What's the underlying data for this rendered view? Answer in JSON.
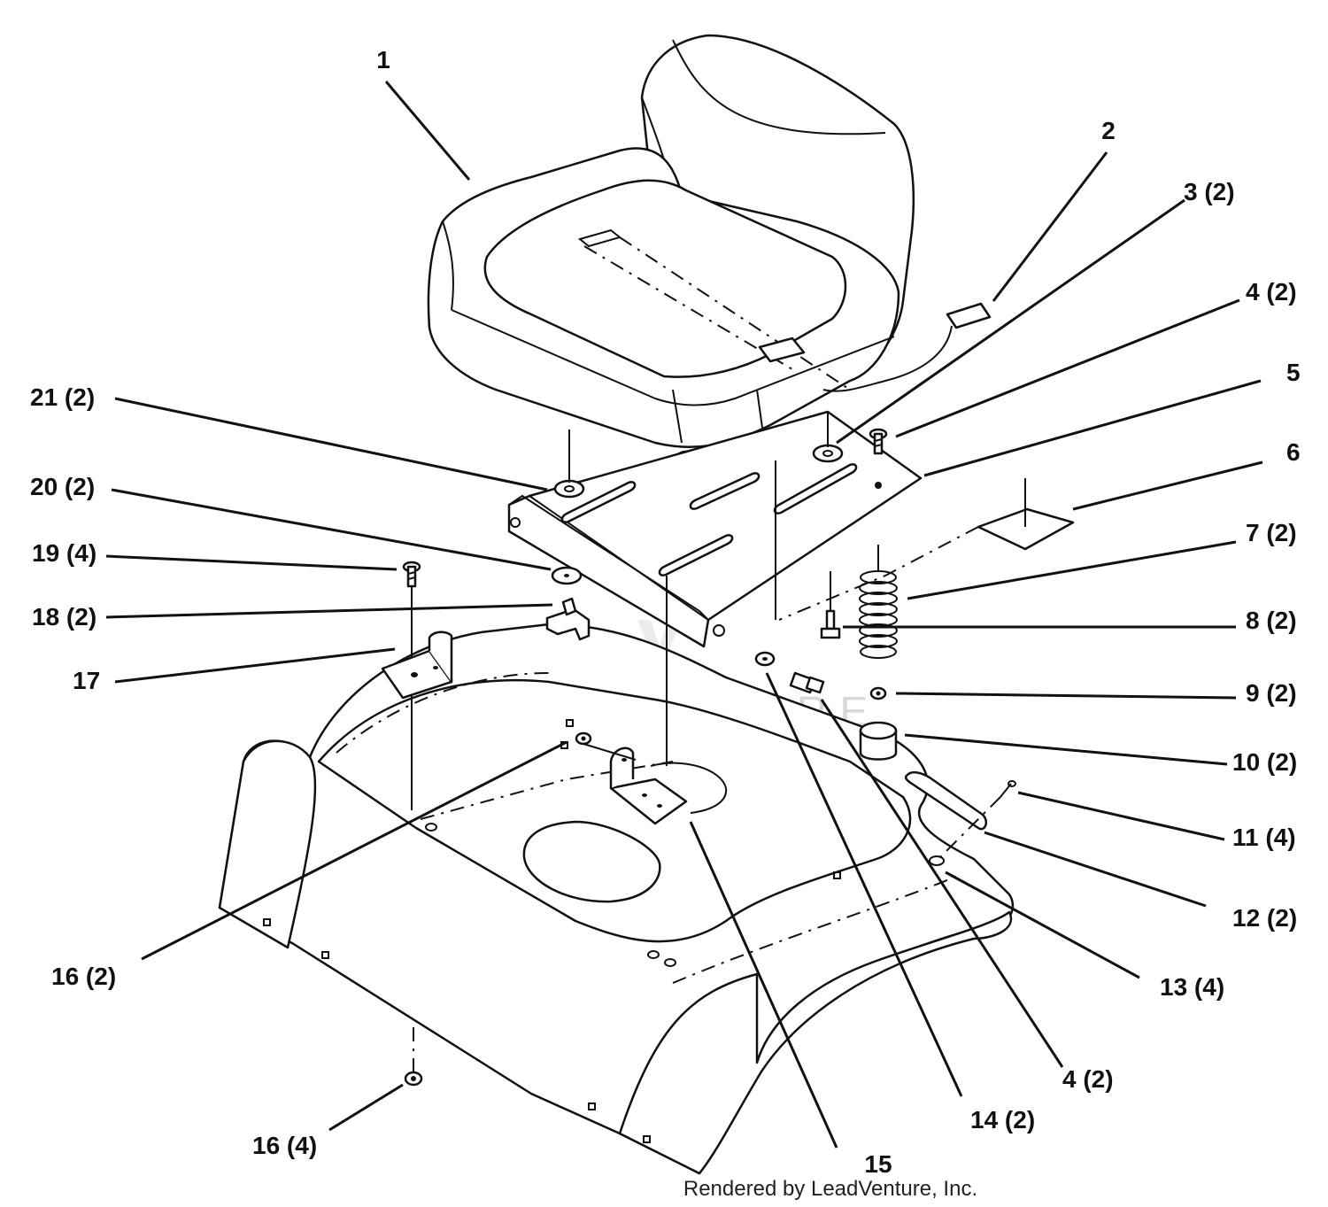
{
  "callouts": [
    {
      "id": "c1",
      "label": "1"
    },
    {
      "id": "c2",
      "label": "2"
    },
    {
      "id": "c3",
      "label": "3 (2)"
    },
    {
      "id": "c4a",
      "label": "4 (2)"
    },
    {
      "id": "c5",
      "label": "5"
    },
    {
      "id": "c6",
      "label": "6"
    },
    {
      "id": "c7",
      "label": "7 (2)"
    },
    {
      "id": "c8",
      "label": "8 (2)"
    },
    {
      "id": "c9",
      "label": "9 (2)"
    },
    {
      "id": "c10",
      "label": "10 (2)"
    },
    {
      "id": "c11",
      "label": "11 (4)"
    },
    {
      "id": "c12",
      "label": "12 (2)"
    },
    {
      "id": "c13",
      "label": "13 (4)"
    },
    {
      "id": "c4b",
      "label": "4 (2)"
    },
    {
      "id": "c14",
      "label": "14 (2)"
    },
    {
      "id": "c15",
      "label": "15"
    },
    {
      "id": "c16a",
      "label": "16 (4)"
    },
    {
      "id": "c16b",
      "label": "16 (2)"
    },
    {
      "id": "c17",
      "label": "17"
    },
    {
      "id": "c18",
      "label": "18 (2)"
    },
    {
      "id": "c19",
      "label": "19 (4)"
    },
    {
      "id": "c20",
      "label": "20 (2)"
    },
    {
      "id": "c21",
      "label": "21 (2)"
    }
  ],
  "watermark": "LEADVENTURE",
  "footer": "Rendered by LeadVenture, Inc."
}
